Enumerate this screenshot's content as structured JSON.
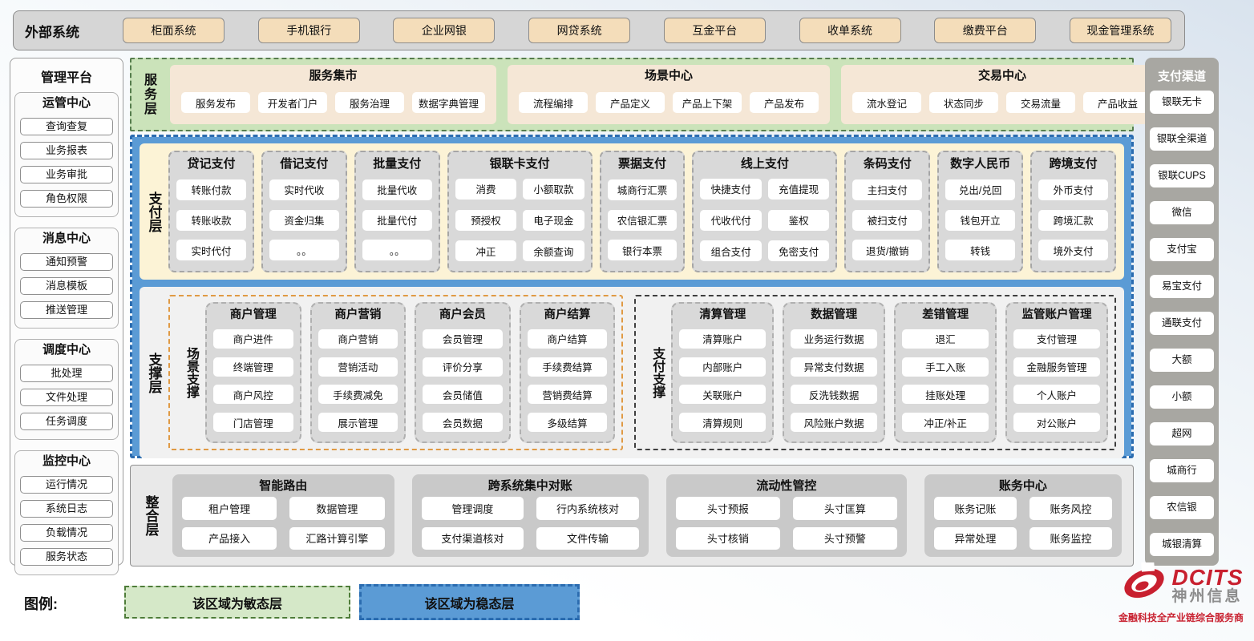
{
  "external": {
    "title": "外部系统",
    "items": [
      "柜面系统",
      "手机银行",
      "企业网银",
      "网贷系统",
      "互金平台",
      "收单系统",
      "缴费平台",
      "现金管理系统"
    ]
  },
  "management": {
    "title": "管理平台",
    "groups": [
      {
        "title": "运管中心",
        "items": [
          "查询查复",
          "业务报表",
          "业务审批",
          "角色权限"
        ]
      },
      {
        "title": "消息中心",
        "items": [
          "通知预警",
          "消息模板",
          "推送管理"
        ]
      },
      {
        "title": "调度中心",
        "items": [
          "批处理",
          "文件处理",
          "任务调度"
        ]
      },
      {
        "title": "监控中心",
        "items": [
          "运行情况",
          "系统日志",
          "负载情况",
          "服务状态"
        ]
      }
    ]
  },
  "service_layer": {
    "label": "服务层",
    "groups": [
      {
        "title": "服务集市",
        "items": [
          "服务发布",
          "开发者门户",
          "服务治理",
          "数据字典管理"
        ]
      },
      {
        "title": "场景中心",
        "items": [
          "流程编排",
          "产品定义",
          "产品上下架",
          "产品发布"
        ]
      },
      {
        "title": "交易中心",
        "items": [
          "流水登记",
          "状态同步",
          "交易流量",
          "产品收益"
        ]
      }
    ]
  },
  "payment_layer": {
    "label": "支付层",
    "columns": [
      {
        "title": "贷记支付",
        "cols": 1,
        "items": [
          "转账付款",
          "转账收款",
          "实时代付"
        ]
      },
      {
        "title": "借记支付",
        "cols": 1,
        "items": [
          "实时代收",
          "资金归集",
          "。。"
        ]
      },
      {
        "title": "批量支付",
        "cols": 1,
        "items": [
          "批量代收",
          "批量代付",
          "。。"
        ]
      },
      {
        "title": "银联卡支付",
        "cols": 2,
        "items": [
          "消费",
          "小额取款",
          "预授权",
          "电子现金",
          "冲正",
          "余额查询"
        ]
      },
      {
        "title": "票据支付",
        "cols": 1,
        "items": [
          "城商行汇票",
          "农信银汇票",
          "银行本票"
        ]
      },
      {
        "title": "线上支付",
        "cols": 2,
        "items": [
          "快捷支付",
          "充值提现",
          "代收代付",
          "鉴权",
          "组合支付",
          "免密支付"
        ]
      },
      {
        "title": "条码支付",
        "cols": 1,
        "items": [
          "主扫支付",
          "被扫支付",
          "退货/撤销"
        ]
      },
      {
        "title": "数字人民币",
        "cols": 1,
        "items": [
          "兑出/兑回",
          "钱包开立",
          "转钱"
        ]
      },
      {
        "title": "跨境支付",
        "cols": 1,
        "items": [
          "外币支付",
          "跨境汇款",
          "境外支付"
        ]
      }
    ]
  },
  "support_layer": {
    "label": "支撑层",
    "groups": [
      {
        "label": "场景支撑",
        "style": "scene",
        "columns": [
          {
            "title": "商户管理",
            "items": [
              "商户进件",
              "终端管理",
              "商户风控",
              "门店管理"
            ]
          },
          {
            "title": "商户营销",
            "items": [
              "商户营销",
              "营销活动",
              "手续费减免",
              "展示管理"
            ]
          },
          {
            "title": "商户会员",
            "items": [
              "会员管理",
              "评价分享",
              "会员储值",
              "会员数据"
            ]
          },
          {
            "title": "商户结算",
            "items": [
              "商户结算",
              "手续费结算",
              "营销费结算",
              "多级结算"
            ]
          }
        ]
      },
      {
        "label": "支付支撑",
        "style": "pay",
        "columns": [
          {
            "title": "清算管理",
            "items": [
              "清算账户",
              "内部账户",
              "关联账户",
              "清算规则"
            ]
          },
          {
            "title": "数据管理",
            "items": [
              "业务运行数据",
              "异常支付数据",
              "反洗钱数据",
              "风险账户数据"
            ]
          },
          {
            "title": "差错管理",
            "items": [
              "退汇",
              "手工入账",
              "挂账处理",
              "冲正/补正"
            ]
          },
          {
            "title": "监管账户管理",
            "items": [
              "支付管理",
              "金融服务管理",
              "个人账户",
              "对公账户"
            ]
          }
        ]
      }
    ]
  },
  "integration_layer": {
    "label": "整合层",
    "groups": [
      {
        "title": "智能路由",
        "items": [
          "租户管理",
          "数据管理",
          "产品接入",
          "汇路计算引擎"
        ]
      },
      {
        "title": "跨系统集中对账",
        "items": [
          "管理调度",
          "行内系统核对",
          "支付渠道核对",
          "文件传输"
        ]
      },
      {
        "title": "流动性管控",
        "items": [
          "头寸预报",
          "头寸匡算",
          "头寸核销",
          "头寸预警"
        ]
      },
      {
        "title": "账务中心",
        "items": [
          "账务记账",
          "账务风控",
          "异常处理",
          "账务监控"
        ]
      }
    ]
  },
  "channels": {
    "title": "支付渠道",
    "items": [
      "银联无卡",
      "银联全渠道",
      "银联CUPS",
      "微信",
      "支付宝",
      "易宝支付",
      "通联支付",
      "大额",
      "小额",
      "超网",
      "城商行",
      "农信银",
      "城银清算"
    ]
  },
  "legend": {
    "label": "图例:",
    "agile": "该区域为敏态层",
    "stable": "该区域为稳态层"
  },
  "logo": {
    "brand": "DCITS",
    "name": "神州信息",
    "tagline": "金融科技全产业链综合服务商"
  },
  "colors": {
    "stable-blue": "#5b9bd5",
    "agile-green": "#cbe3ba",
    "panel-tan": "#f4ddba",
    "panel-peach": "#f5e7d6",
    "panel-cream": "#fcf3d6",
    "panel-gray": "#d9d9d9",
    "channel-gray": "#a8a7a2",
    "brand-red": "#c8202f"
  }
}
